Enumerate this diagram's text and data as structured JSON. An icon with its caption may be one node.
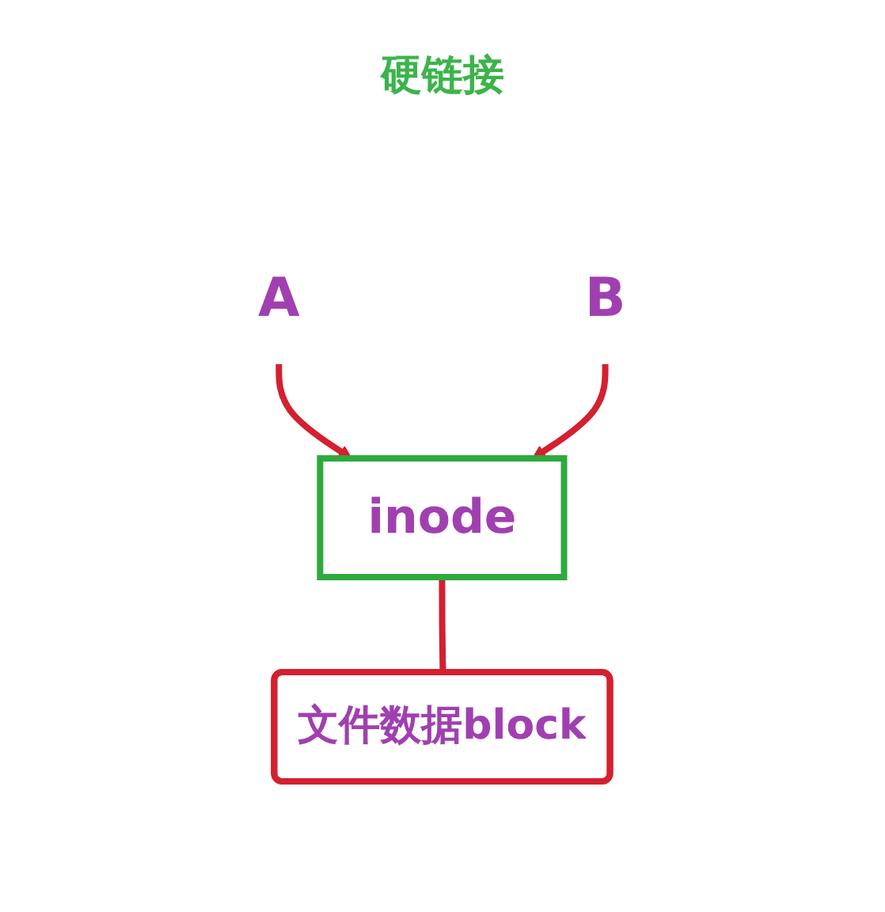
{
  "diagram": {
    "title": "硬链接",
    "nodes": [
      {
        "text": [
          "A"
        ]
      },
      {
        "text": [
          "B"
        ]
      },
      {
        "text": [
          "inode"
        ]
      },
      {
        "text": [
          "文件数据block"
        ]
      }
    ],
    "edges": [
      {
        "from": 0,
        "to": 2,
        "arrow": "to"
      },
      {
        "from": 1,
        "to": 2,
        "arrow": "to"
      },
      {
        "from": 2,
        "to": 3,
        "arrow": "none"
      }
    ]
  }
}
